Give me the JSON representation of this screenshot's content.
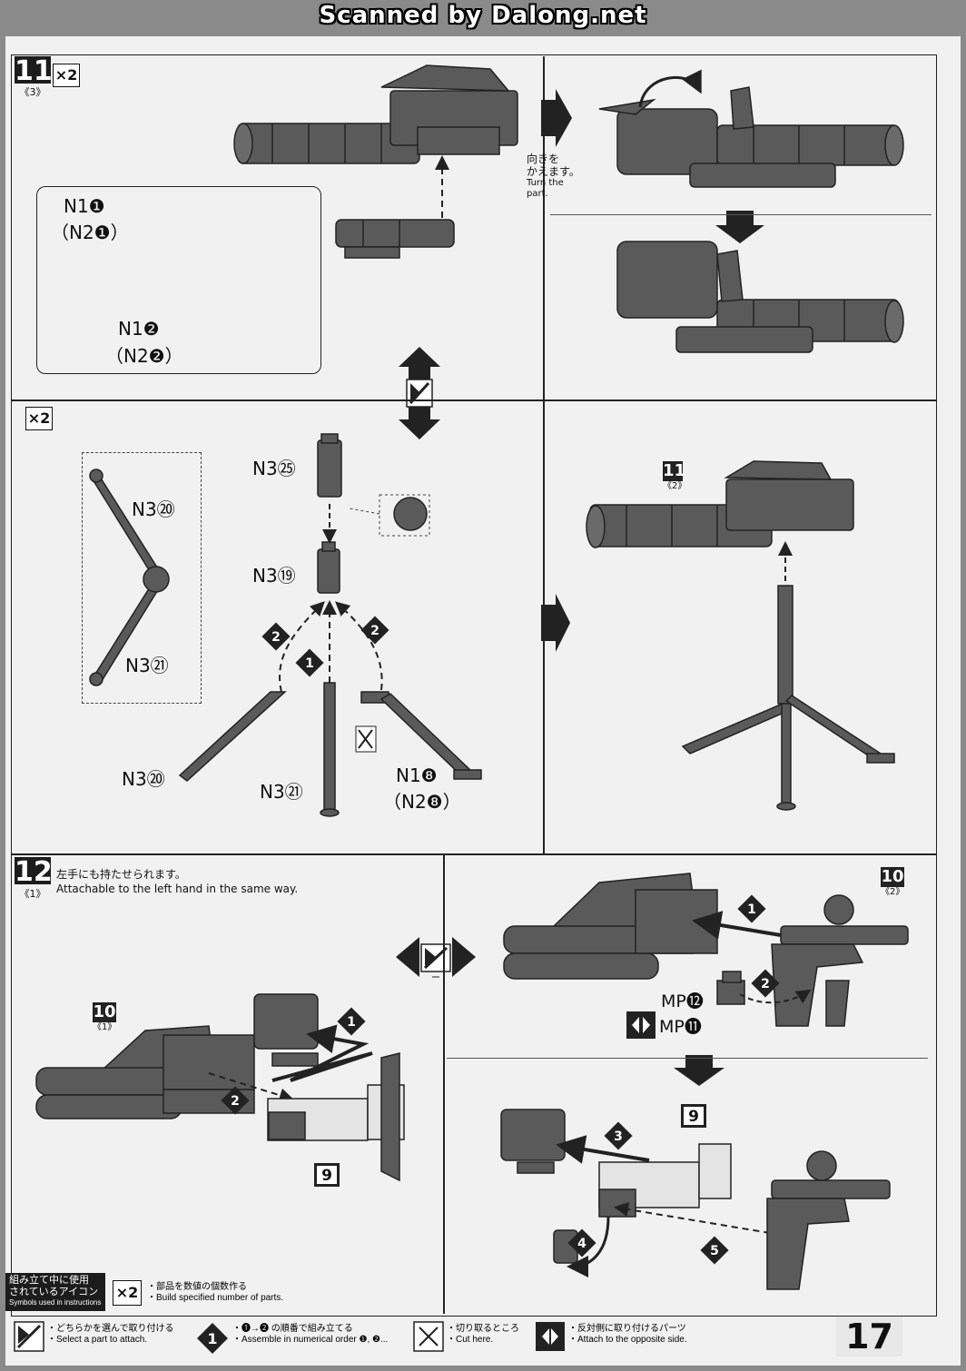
{
  "header": {
    "scan_credit": "Scanned by Dalong.net"
  },
  "step11": {
    "number": "11",
    "sub": "《3》",
    "qty": "×2",
    "callout": {
      "part_a_line1": "N1❶",
      "part_a_line2": "（N2❶）",
      "part_b_line1": "N1❷",
      "part_b_line2": "（N2❷）"
    },
    "turn_note": {
      "jp_line1": "向きを",
      "jp_line2": "かえます。",
      "en_line1": "Turn the",
      "en_line2": "part."
    }
  },
  "stand": {
    "qty": "×2",
    "labels": {
      "top": "N3㉕",
      "mid": "N3⑲",
      "leg_upper": "N3⑳",
      "leg_lower": "N3㉑",
      "leg_left": "N3⑳",
      "leg_center": "N3㉑",
      "leg_right_line1": "N1❽",
      "leg_right_line2": "（N2❽）"
    },
    "ref": {
      "n": "11",
      "s": "《2》"
    }
  },
  "step12": {
    "number": "12",
    "sub": "《1》",
    "note_jp": "左手にも持たせられます。",
    "note_en": "Attachable to the left hand in the same way.",
    "ref_left": {
      "n": "10",
      "s": "《1》"
    },
    "ref_right": {
      "n": "10",
      "s": "《2》"
    },
    "hand_num": "9",
    "mp_a": "MP⓬",
    "mp_b": "MP⓫"
  },
  "legend": {
    "title_jp_1": "組み立て中に使用",
    "title_jp_2": "されているアイコン",
    "title_en": "Symbols used in instructions",
    "qty_jp": "部品を数値の個数作る",
    "qty_en": "Build specified number of parts.",
    "select_jp": "どちらかを選んで取り付ける",
    "select_en": "Select a part to attach.",
    "order_jp": "❶→❷ の順番で組み立てる",
    "order_en": "Assemble in numerical order ❶, ❷...",
    "cut_jp": "切り取るところ",
    "cut_en": "Cut here.",
    "opp_jp": "反対側に取り付けるパーツ",
    "opp_en": "Attach to the opposite side."
  },
  "page": {
    "number": "17"
  },
  "colors": {
    "ink": "#1c1c1c",
    "part": "#5a5a5a",
    "paper": "#f1f1f1"
  }
}
